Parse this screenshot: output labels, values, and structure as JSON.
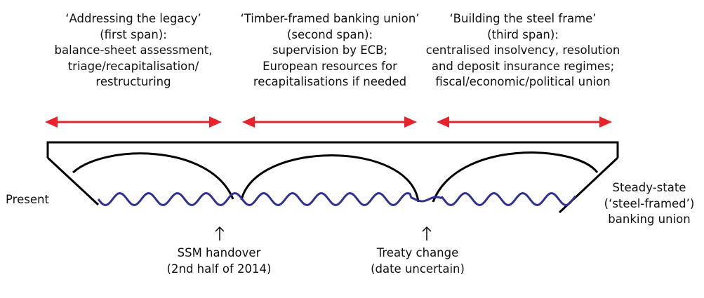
{
  "spans": [
    {
      "lines": [
        "‘Addressing the legacy’",
        "(first span):",
        "balance-sheet assessment,",
        "triage/recapitalisation/",
        "restructuring"
      ]
    },
    {
      "lines": [
        "‘Timber-framed banking union’",
        "(second span):",
        "supervision by ECB;",
        "European resources for",
        "recapitalisations if needed"
      ]
    },
    {
      "lines": [
        "‘Building the steel frame’",
        "(third span):",
        "centralised insolvency, resolution",
        "and deposit insurance regimes;",
        "fiscal/economic/political union"
      ]
    }
  ],
  "endpoints": {
    "start": "Present",
    "end": [
      "Steady-state",
      "(‘steel-framed’)",
      "banking union"
    ]
  },
  "milestones": [
    {
      "lines": [
        "SSM handover",
        "(2nd half of 2014)"
      ]
    },
    {
      "lines": [
        "Treaty change",
        "(date uncertain)"
      ]
    }
  ],
  "colors": {
    "arrow": "#e8222a",
    "road": "#2e3192",
    "structure": "#000000"
  }
}
